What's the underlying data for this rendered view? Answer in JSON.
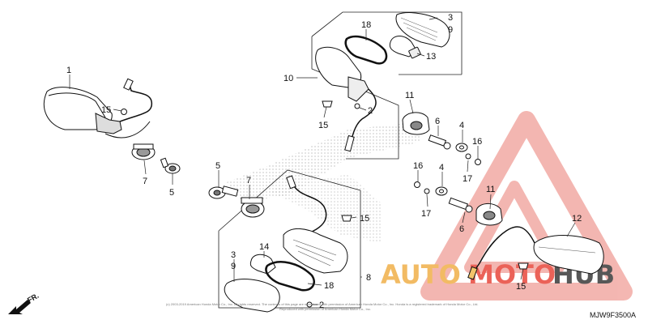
{
  "diagram": {
    "code": "MJW9F3500A",
    "direction_label": "FR.",
    "copyright": "(c) 2003-2019 American Honda Motor Co., Inc. All rights reserved. The contents of this page are reproduced with permission of American Honda Motor Co., Inc. Honda is a registered trademark of Honda Motor Co., Ltd.",
    "copyright_2": "Reproduced with permission of American Honda Motor Co., Inc.",
    "callouts": {
      "c1": "1",
      "c15a": "15",
      "c7a": "7",
      "c5a": "5",
      "c5b": "5",
      "c7b": "7",
      "c10": "10",
      "c18a": "18",
      "c3a": "3",
      "c9a": "9",
      "c13": "13",
      "c2a": "2",
      "c15b": "15",
      "c11a": "11",
      "c6a": "6",
      "c4a": "4",
      "c16a": "16",
      "c17a": "17",
      "c16b": "16",
      "c4b": "4",
      "c17b": "17",
      "c6b": "6",
      "c11b": "11",
      "c12": "12",
      "c15c": "15",
      "c15d": "15",
      "c3b": "3",
      "c9b": "9",
      "c14": "14",
      "c18b": "18",
      "c2b": "2",
      "c8": "8"
    }
  },
  "watermark": {
    "part1": "AUTO",
    "part2": "MOTO",
    "part3": "HUB",
    "colors": {
      "orange": "#f0b04a",
      "red": "#e8473c",
      "dark": "#3a3a3a"
    }
  }
}
